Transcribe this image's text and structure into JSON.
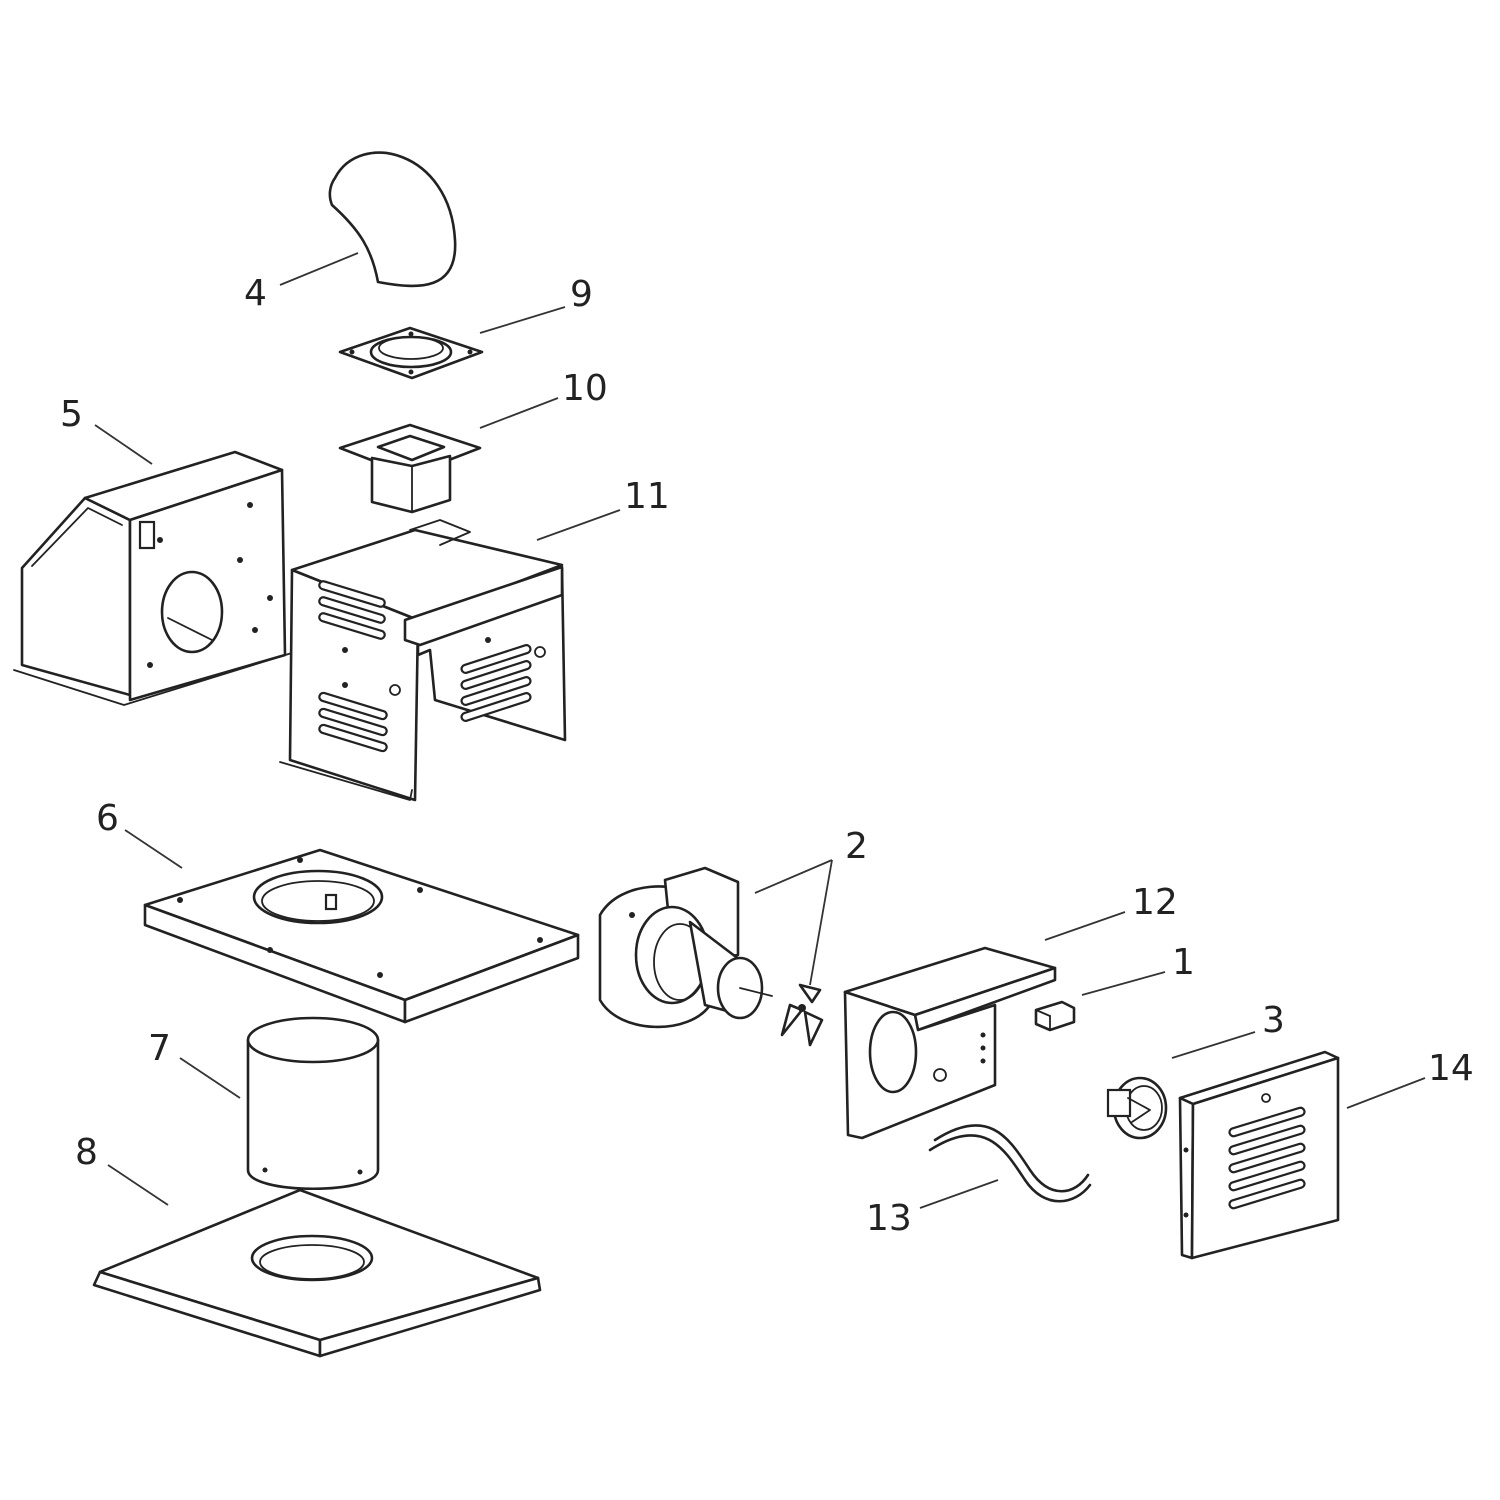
{
  "callouts": [
    {
      "id": "c1",
      "label": "1"
    },
    {
      "id": "c2",
      "label": "2"
    },
    {
      "id": "c3",
      "label": "3"
    },
    {
      "id": "c4",
      "label": "4"
    },
    {
      "id": "c5",
      "label": "5"
    },
    {
      "id": "c6",
      "label": "6"
    },
    {
      "id": "c7",
      "label": "7"
    },
    {
      "id": "c8",
      "label": "8"
    },
    {
      "id": "c9",
      "label": "9"
    },
    {
      "id": "c10",
      "label": "10"
    },
    {
      "id": "c11",
      "label": "11"
    },
    {
      "id": "c12",
      "label": "12"
    },
    {
      "id": "c13",
      "label": "13"
    },
    {
      "id": "c14",
      "label": "14"
    }
  ],
  "colors": {
    "line": "#222222",
    "background": "#ffffff"
  }
}
